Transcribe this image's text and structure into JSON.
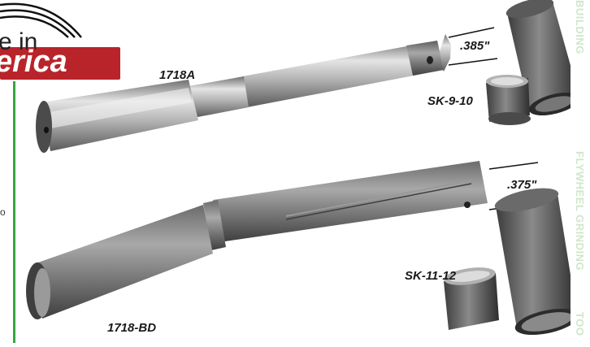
{
  "logo": {
    "made_in": "e in",
    "america": "erica"
  },
  "products": [
    {
      "part_number": "1718A",
      "dimension": ".385\""
    },
    {
      "part_number": "1718-BD",
      "dimension": ".375\""
    }
  ],
  "sleeve_kits": [
    {
      "label": "SK-9-10"
    },
    {
      "label": "SK-11-12"
    }
  ],
  "side_text": {
    "top": "BUILDING",
    "middle": "FLYWHEEL GRINDING",
    "bottom": "TOO"
  },
  "bullet": "o",
  "colors": {
    "accent_green": "#37a53f",
    "brand_red": "#b9242a",
    "side_text": "#cfe7c9"
  }
}
